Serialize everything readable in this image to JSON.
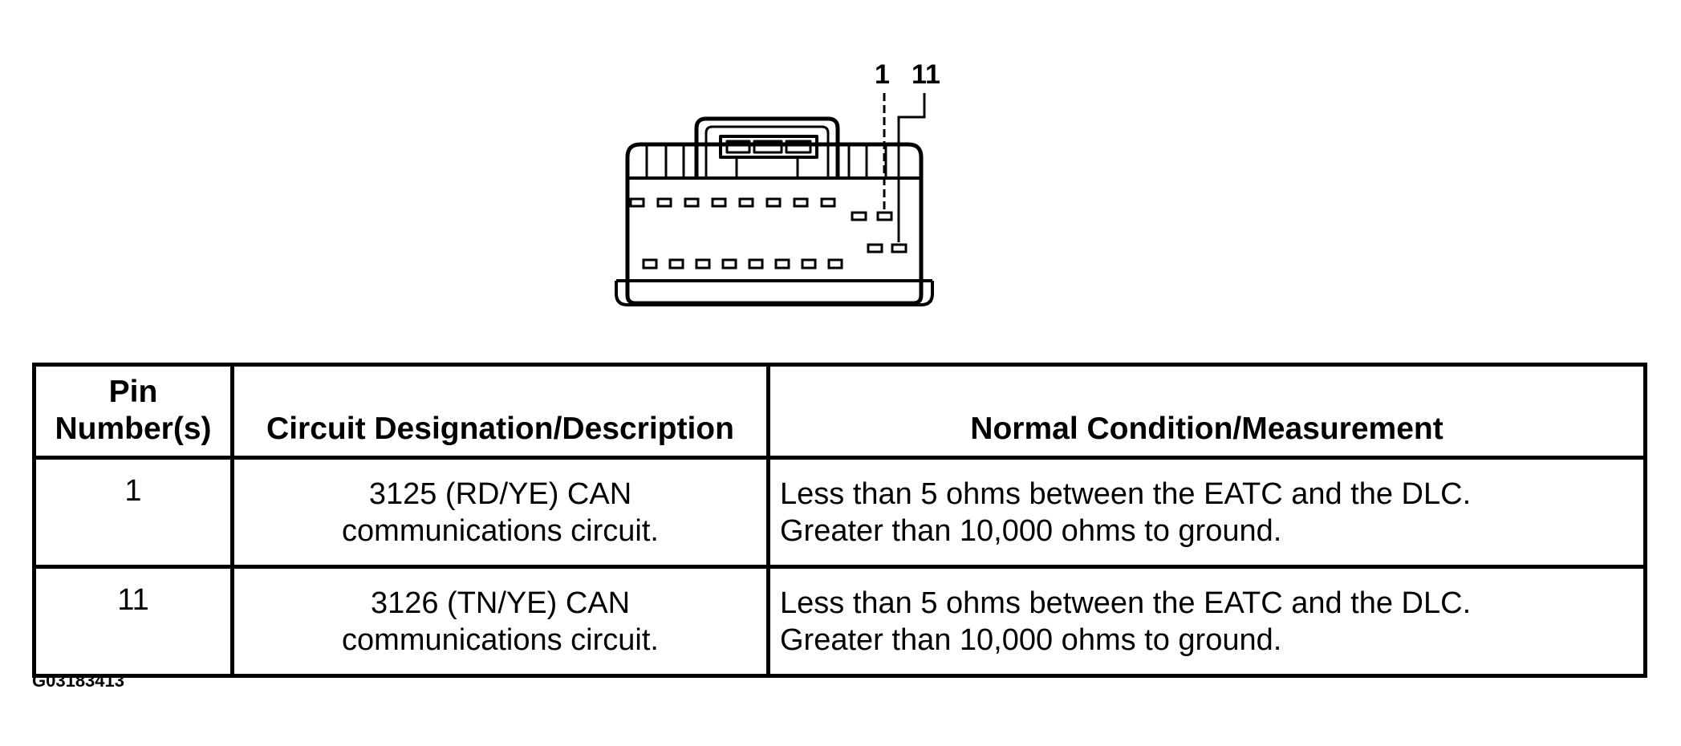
{
  "diagram": {
    "pin_labels": [
      "1",
      "11"
    ],
    "highlighted_pins": [
      "1",
      "11"
    ]
  },
  "table": {
    "headers": {
      "pin_line1": "Pin",
      "pin_line2": "Number(s)",
      "circuit": "Circuit Designation/Description",
      "condition": "Normal Condition/Measurement"
    },
    "rows": [
      {
        "pin": "1",
        "circuit_line1": "3125 (RD/YE) CAN",
        "circuit_line2": "communications circuit.",
        "condition_line1": "Less than 5 ohms between the EATC and the DLC.",
        "condition_line2": "Greater than 10,000 ohms to ground."
      },
      {
        "pin": "11",
        "circuit_line1": "3126 (TN/YE) CAN",
        "circuit_line2": "communications circuit.",
        "condition_line1": "Less than 5 ohms between the EATC and the DLC.",
        "condition_line2": "Greater than 10,000 ohms to ground."
      }
    ]
  },
  "figure_id": "G03183413"
}
